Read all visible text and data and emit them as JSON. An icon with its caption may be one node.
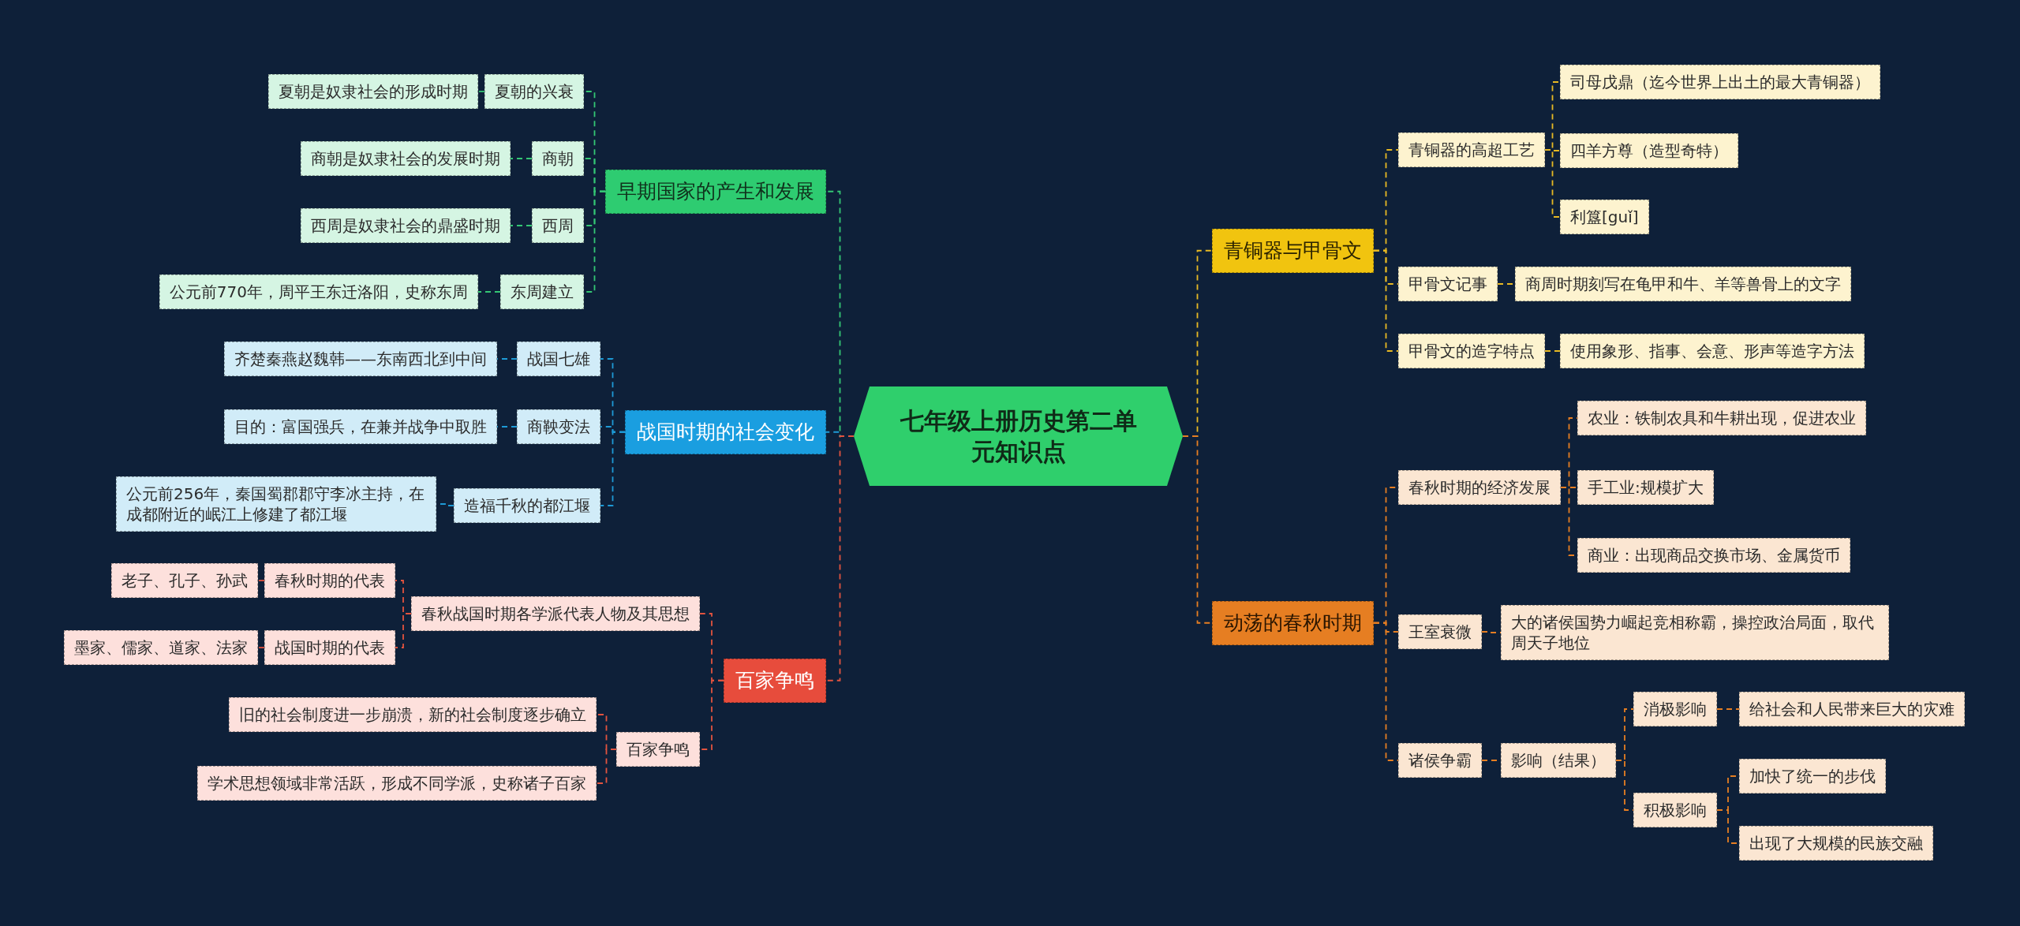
{
  "diagram": {
    "nodes": [
      {
        "text": [
          "七年级上册历史第二单元知识点"
        ]
      },
      {
        "text": [
          "早期国家的产生和发展"
        ]
      },
      {
        "text": [
          "夏朝的兴衰"
        ]
      },
      {
        "text": [
          "夏朝是奴隶社会的形成时期"
        ]
      },
      {
        "text": [
          "商朝"
        ]
      },
      {
        "text": [
          "商朝是奴隶社会的发展时期"
        ]
      },
      {
        "text": [
          "西周"
        ]
      },
      {
        "text": [
          "西周是奴隶社会的鼎盛时期"
        ]
      },
      {
        "text": [
          "东周建立"
        ]
      },
      {
        "text": [
          "公元前770年，周平王东迁洛阳，史称东周"
        ]
      },
      {
        "text": [
          "战国时期的社会变化"
        ]
      },
      {
        "text": [
          "战国七雄"
        ]
      },
      {
        "text": [
          "齐楚秦燕赵魏韩——东南西北到中间"
        ]
      },
      {
        "text": [
          "商鞅变法"
        ]
      },
      {
        "text": [
          "目的：富国强兵，在兼并战争中取胜"
        ]
      },
      {
        "text": [
          "造福千秋的都江堰"
        ]
      },
      {
        "text": [
          "公元前256年，秦国蜀郡郡守李冰主持，在成都附近的岷江上修建了都江堰"
        ]
      },
      {
        "text": [
          "百家争鸣"
        ]
      },
      {
        "text": [
          "春秋战国时期各学派代表人物及其思想"
        ]
      },
      {
        "text": [
          "春秋时期的代表"
        ]
      },
      {
        "text": [
          "老子、孔子、孙武"
        ]
      },
      {
        "text": [
          "战国时期的代表"
        ]
      },
      {
        "text": [
          "墨家、儒家、道家、法家"
        ]
      },
      {
        "text": [
          "百家争鸣"
        ]
      },
      {
        "text": [
          "旧的社会制度进一步崩溃，新的社会制度逐步确立"
        ]
      },
      {
        "text": [
          "学术思想领域非常活跃，形成不同学派，史称诸子百家"
        ]
      },
      {
        "text": [
          "青铜器与甲骨文"
        ]
      },
      {
        "text": [
          "青铜器的高超工艺"
        ]
      },
      {
        "text": [
          "司母戊鼎（迄今世界上出土的最大青铜器）"
        ]
      },
      {
        "text": [
          "四羊方尊（造型奇特）"
        ]
      },
      {
        "text": [
          "利簋[guǐ]"
        ]
      },
      {
        "text": [
          "甲骨文记事"
        ]
      },
      {
        "text": [
          "商周时期刻写在龟甲和牛、羊等兽骨上的文字"
        ]
      },
      {
        "text": [
          "甲骨文的造字特点"
        ]
      },
      {
        "text": [
          "使用象形、指事、会意、形声等造字方法"
        ]
      },
      {
        "text": [
          "动荡的春秋时期"
        ]
      },
      {
        "text": [
          "春秋时期的经济发展"
        ]
      },
      {
        "text": [
          "农业：铁制农具和牛耕出现，促进农业"
        ]
      },
      {
        "text": [
          "手工业:规模扩大"
        ]
      },
      {
        "text": [
          "商业：出现商品交换市场、金属货币"
        ]
      },
      {
        "text": [
          "王室衰微"
        ]
      },
      {
        "text": [
          "大的诸侯国势力崛起竞相称霸，操控政治局面，取代周天子地位"
        ]
      },
      {
        "text": [
          "诸侯争霸"
        ]
      },
      {
        "text": [
          "影响（结果）"
        ]
      },
      {
        "text": [
          "消极影响"
        ]
      },
      {
        "text": [
          "给社会和人民带来巨大的灾难"
        ]
      },
      {
        "text": [
          "积极影响"
        ]
      },
      {
        "text": [
          "加快了统一的步伐"
        ]
      },
      {
        "text": [
          "出现了大规模的民族交融"
        ]
      }
    ],
    "edges": [
      {
        "from": 0,
        "to": 1,
        "arrow": "none",
        "style": "dashed",
        "color": "#34c774"
      },
      {
        "from": 1,
        "to": 2,
        "arrow": "none",
        "style": "dashed",
        "color": "#34c774"
      },
      {
        "from": 2,
        "to": 3,
        "arrow": "none",
        "style": "dashed",
        "color": "#34c774"
      },
      {
        "from": 1,
        "to": 4,
        "arrow": "none",
        "style": "dashed",
        "color": "#34c774"
      },
      {
        "from": 4,
        "to": 5,
        "arrow": "none",
        "style": "dashed",
        "color": "#34c774"
      },
      {
        "from": 1,
        "to": 6,
        "arrow": "none",
        "style": "dashed",
        "color": "#34c774"
      },
      {
        "from": 6,
        "to": 7,
        "arrow": "none",
        "style": "dashed",
        "color": "#34c774"
      },
      {
        "from": 1,
        "to": 8,
        "arrow": "none",
        "style": "dashed",
        "color": "#34c774"
      },
      {
        "from": 8,
        "to": 9,
        "arrow": "none",
        "style": "dashed",
        "color": "#34c774"
      },
      {
        "from": 0,
        "to": 10,
        "arrow": "none",
        "style": "dashed",
        "color": "#1e9ad6"
      },
      {
        "from": 10,
        "to": 11,
        "arrow": "none",
        "style": "dashed",
        "color": "#1e9ad6"
      },
      {
        "from": 11,
        "to": 12,
        "arrow": "none",
        "style": "dashed",
        "color": "#1e9ad6"
      },
      {
        "from": 10,
        "to": 13,
        "arrow": "none",
        "style": "dashed",
        "color": "#1e9ad6"
      },
      {
        "from": 13,
        "to": 14,
        "arrow": "none",
        "style": "dashed",
        "color": "#1e9ad6"
      },
      {
        "from": 10,
        "to": 15,
        "arrow": "none",
        "style": "dashed",
        "color": "#1e9ad6"
      },
      {
        "from": 15,
        "to": 16,
        "arrow": "none",
        "style": "dashed",
        "color": "#1e9ad6"
      },
      {
        "from": 0,
        "to": 17,
        "arrow": "none",
        "style": "dashed",
        "color": "#e2533f"
      },
      {
        "from": 17,
        "to": 18,
        "arrow": "none",
        "style": "dashed",
        "color": "#e2533f"
      },
      {
        "from": 18,
        "to": 19,
        "arrow": "none",
        "style": "dashed",
        "color": "#e2533f"
      },
      {
        "from": 19,
        "to": 20,
        "arrow": "none",
        "style": "dashed",
        "color": "#e2533f"
      },
      {
        "from": 18,
        "to": 21,
        "arrow": "none",
        "style": "dashed",
        "color": "#e2533f"
      },
      {
        "from": 21,
        "to": 22,
        "arrow": "none",
        "style": "dashed",
        "color": "#e2533f"
      },
      {
        "from": 17,
        "to": 23,
        "arrow": "none",
        "style": "dashed",
        "color": "#e2533f"
      },
      {
        "from": 23,
        "to": 24,
        "arrow": "none",
        "style": "dashed",
        "color": "#e2533f"
      },
      {
        "from": 23,
        "to": 25,
        "arrow": "none",
        "style": "dashed",
        "color": "#e2533f"
      },
      {
        "from": 0,
        "to": 26,
        "arrow": "none",
        "style": "dashed",
        "color": "#e8b923"
      },
      {
        "from": 26,
        "to": 27,
        "arrow": "none",
        "style": "dashed",
        "color": "#e8b923"
      },
      {
        "from": 27,
        "to": 28,
        "arrow": "none",
        "style": "dashed",
        "color": "#e8b923"
      },
      {
        "from": 27,
        "to": 29,
        "arrow": "none",
        "style": "dashed",
        "color": "#e8b923"
      },
      {
        "from": 27,
        "to": 30,
        "arrow": "none",
        "style": "dashed",
        "color": "#e8b923"
      },
      {
        "from": 26,
        "to": 31,
        "arrow": "none",
        "style": "dashed",
        "color": "#e8b923"
      },
      {
        "from": 31,
        "to": 32,
        "arrow": "none",
        "style": "dashed",
        "color": "#e8b923"
      },
      {
        "from": 26,
        "to": 33,
        "arrow": "none",
        "style": "dashed",
        "color": "#e8b923"
      },
      {
        "from": 33,
        "to": 34,
        "arrow": "none",
        "style": "dashed",
        "color": "#e8b923"
      },
      {
        "from": 0,
        "to": 35,
        "arrow": "none",
        "style": "dashed",
        "color": "#e67e22"
      },
      {
        "from": 35,
        "to": 36,
        "arrow": "none",
        "style": "dashed",
        "color": "#e67e22"
      },
      {
        "from": 36,
        "to": 37,
        "arrow": "none",
        "style": "dashed",
        "color": "#e67e22"
      },
      {
        "from": 36,
        "to": 38,
        "arrow": "none",
        "style": "dashed",
        "color": "#e67e22"
      },
      {
        "from": 36,
        "to": 39,
        "arrow": "none",
        "style": "dashed",
        "color": "#e67e22"
      },
      {
        "from": 35,
        "to": 40,
        "arrow": "none",
        "style": "dashed",
        "color": "#e67e22"
      },
      {
        "from": 40,
        "to": 41,
        "arrow": "none",
        "style": "dashed",
        "color": "#e67e22"
      },
      {
        "from": 35,
        "to": 42,
        "arrow": "none",
        "style": "dashed",
        "color": "#e67e22"
      },
      {
        "from": 42,
        "to": 43,
        "arrow": "none",
        "style": "dashed",
        "color": "#e67e22"
      },
      {
        "from": 43,
        "to": 44,
        "arrow": "none",
        "style": "dashed",
        "color": "#e67e22"
      },
      {
        "from": 44,
        "to": 45,
        "arrow": "none",
        "style": "dashed",
        "color": "#e67e22"
      },
      {
        "from": 43,
        "to": 46,
        "arrow": "none",
        "style": "dashed",
        "color": "#e67e22"
      },
      {
        "from": 46,
        "to": 47,
        "arrow": "none",
        "style": "dashed",
        "color": "#e67e22"
      },
      {
        "from": 46,
        "to": 48,
        "arrow": "none",
        "style": "dashed",
        "color": "#e67e22"
      }
    ]
  }
}
